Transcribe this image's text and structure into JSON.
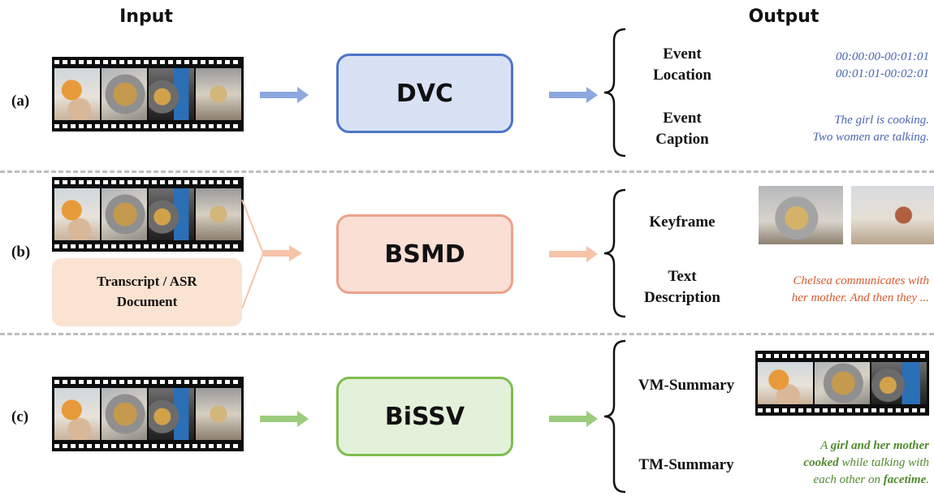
{
  "headers": {
    "input": "Input",
    "output": "Output"
  },
  "rows": {
    "a": {
      "label": "(a)",
      "model": "DVC",
      "outputs": [
        {
          "label_lines": [
            "Event",
            "Location"
          ],
          "value_lines": [
            "00:00:00-00:01:01",
            "00:01:01-00:02:01"
          ]
        },
        {
          "label_lines": [
            "Event",
            "Caption"
          ],
          "value_lines": [
            "The girl is cooking.",
            "Two women are talking."
          ]
        }
      ]
    },
    "b": {
      "label": "(b)",
      "model": "BSMD",
      "doc_lines": [
        "Transcript / ASR",
        "Document"
      ],
      "outputs": [
        {
          "label_lines": [
            "Keyframe"
          ]
        },
        {
          "label_lines": [
            "Text",
            "Description"
          ],
          "value_lines": [
            "Chelsea communicates with",
            "her mother. And then they ..."
          ]
        }
      ]
    },
    "c": {
      "label": "(c)",
      "model": "BiSSV",
      "outputs": [
        {
          "label_lines": [
            "VM-Summary"
          ]
        },
        {
          "label_lines": [
            "TM-Summary"
          ],
          "value_segments": [
            [
              "A ",
              "girl and her mother"
            ],
            [
              "cooked",
              " while talking with"
            ],
            [
              "each other on ",
              "facetime",
              "."
            ]
          ]
        }
      ]
    }
  },
  "colors": {
    "dvc": "#4e74c8",
    "bsmd": "#eba28a",
    "bissv": "#7ebd50"
  }
}
